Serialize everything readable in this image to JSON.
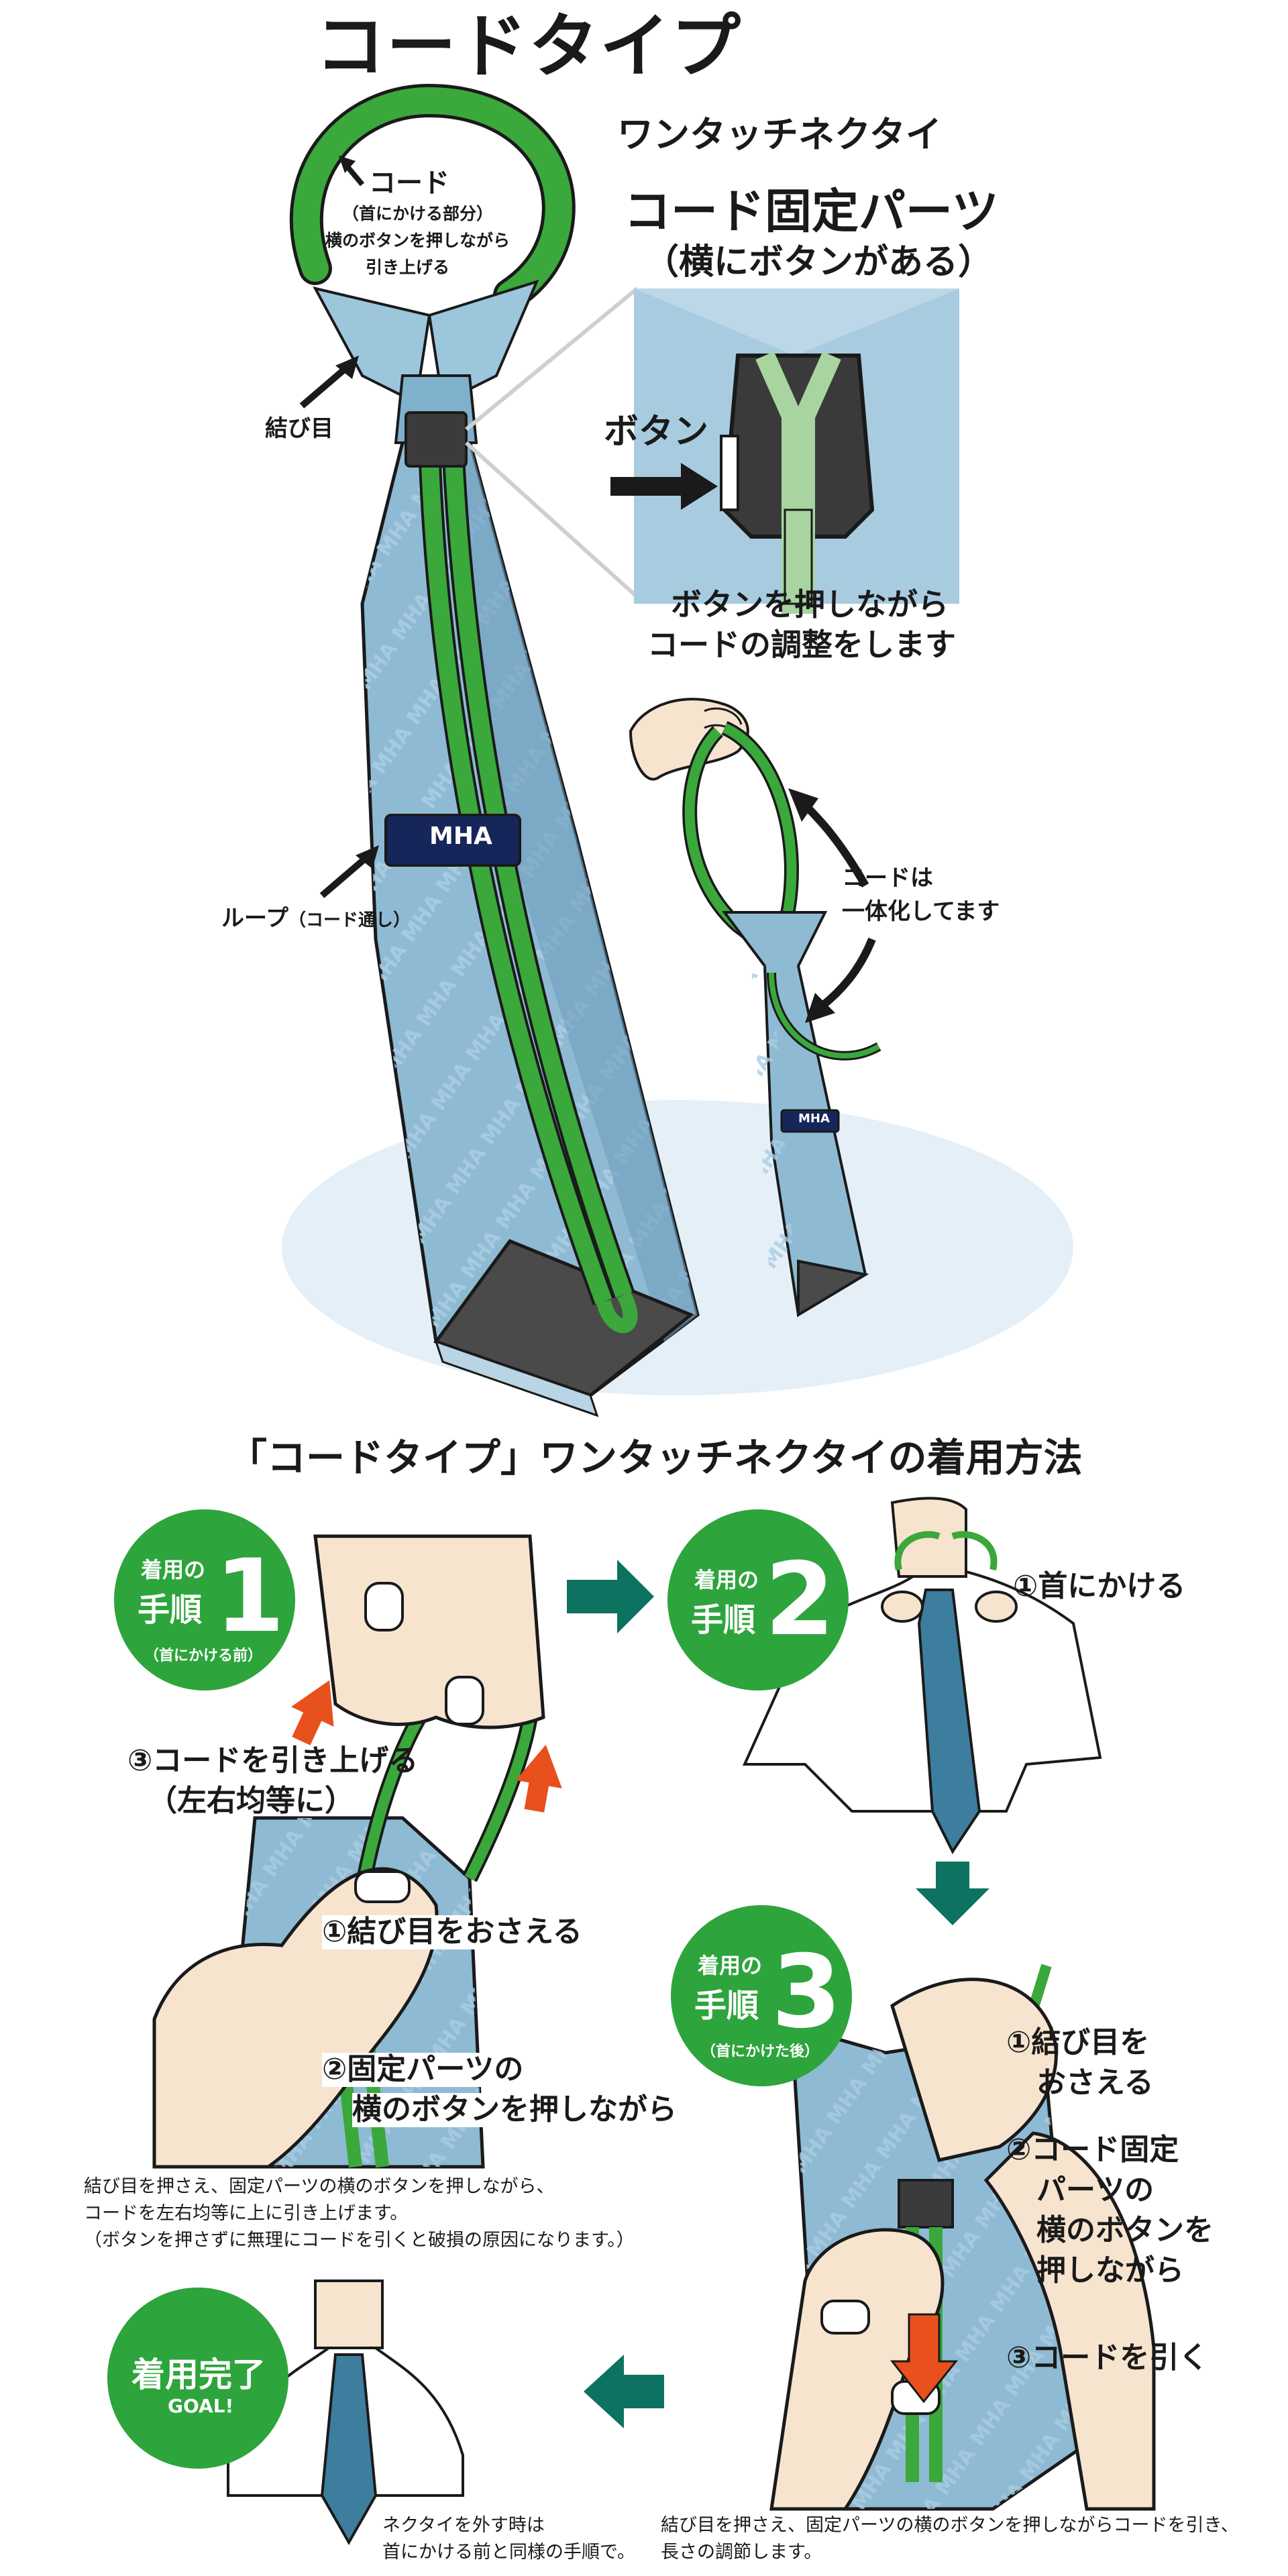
{
  "header": {
    "title": "コードタイプ",
    "product_name": "ワンタッチネクタイ"
  },
  "diagram": {
    "cord_label": "コード",
    "cord_paren": "（首にかける部分）",
    "cord_desc_1": "横のボタンを押しながら",
    "cord_desc_2": "引き上げる",
    "knot_label": "結び目",
    "loop_label": "ループ",
    "loop_paren": "（コード通し）",
    "brand_tag": "MHA",
    "fixing_part_title": "コード固定パーツ",
    "fixing_part_sub": "（横にボタンがある）",
    "button_label": "ボタン",
    "adjust_line_1": "ボタンを押しながら",
    "adjust_line_2": "コードの調整をします",
    "integrated_line_1": "コードは",
    "integrated_line_2": "一体化してます"
  },
  "howto": {
    "title": "「コードタイプ」ワンタッチネクタイの着用方法",
    "step_prefix": "着用の",
    "step_word": "手順",
    "step1": {
      "number": "1",
      "caption": "（首にかける前）",
      "pull_1": "③コードを引き上げる",
      "pull_2": "（左右均等に）",
      "hold": "①結び目をおさえる",
      "press_1": "②固定パーツの",
      "press_2": "横のボタンを押しながら",
      "note_1": "結び目を押さえ、固定パーツの横のボタンを押しながら、",
      "note_2": "コードを左右均等に上に引き上げます。",
      "note_3": "（ボタンを押さずに無理にコードを引くと破損の原因になります。）"
    },
    "step2": {
      "number": "2",
      "neck": "①首にかける"
    },
    "step3": {
      "number": "3",
      "caption": "（首にかけた後）",
      "hold_1": "①結び目を",
      "hold_2": "おさえる",
      "press_1": "②コード固定",
      "press_2": "パーツの",
      "press_3": "横のボタンを",
      "press_4": "押しながら",
      "pull": "③コードを引く",
      "note_1": "結び目を押さえ、固定パーツの横のボタンを押しながらコードを引き、",
      "note_2": "長さの調節します。"
    },
    "goal": {
      "label": "着用完了",
      "sub": "GOAL!",
      "note_1": "ネクタイを外す時は",
      "note_2": "首にかける前と同様の手順で。"
    }
  },
  "colors": {
    "tie_blue": "#8fbad3",
    "tie_dark": "#4a7fa0",
    "cord_green": "#3aa83b",
    "badge_green": "#2ea43c",
    "arrow_teal": "#0d7260",
    "arrow_orange": "#e8501e",
    "navy_tag": "#16265a",
    "skin": "#f7e4cf"
  }
}
